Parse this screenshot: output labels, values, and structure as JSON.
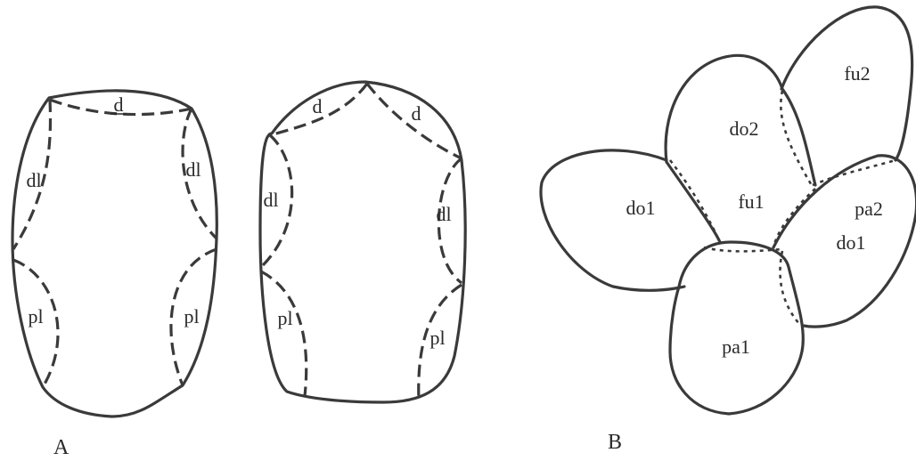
{
  "panel_a": {
    "panel_label": "A",
    "left_shape": {
      "d": "d",
      "dl_left": "dl",
      "dl_right": "dl",
      "pl_left": "pl",
      "pl_right": "pl"
    },
    "right_shape": {
      "d_left": "d",
      "d_right": "d",
      "dl_left": "dl",
      "dl_right": "dl",
      "pl_left": "pl",
      "pl_right": "pl"
    }
  },
  "panel_b": {
    "panel_label": "B",
    "labels": {
      "fu2": "fu2",
      "do2": "do2",
      "fu1": "fu1",
      "do1_left": "do1",
      "pa2": "pa2",
      "do1_right": "do1",
      "pa1": "pa1"
    }
  },
  "colors": {
    "stroke": "#3a3a3a",
    "text": "#2a2a2a",
    "background": "#ffffff"
  }
}
